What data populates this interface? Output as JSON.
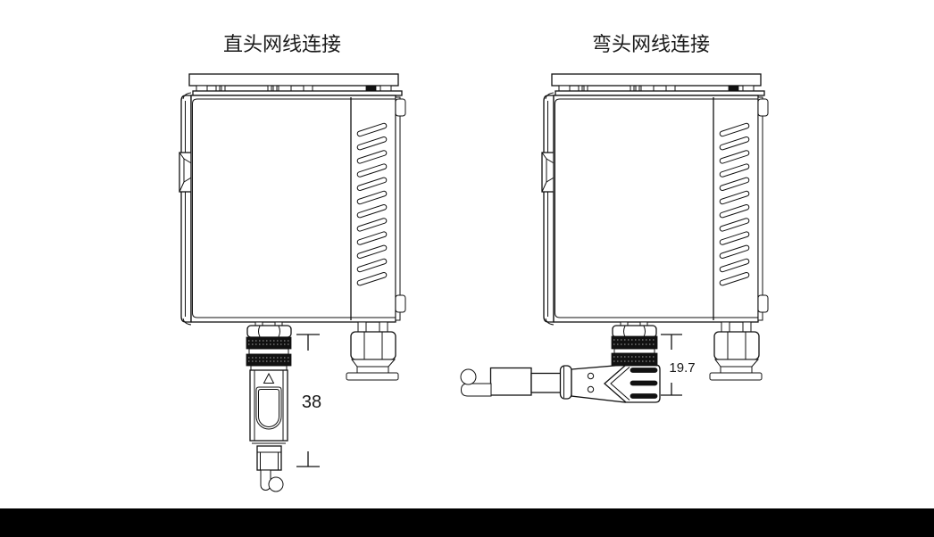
{
  "canvas": {
    "background": "#ffffff",
    "line_color": "#111111",
    "bottom_bar_color": "#000000",
    "knurl_band_color": "#111111"
  },
  "panels": {
    "left": {
      "title": "直头网线连接",
      "connector_type": "straight",
      "dimension": {
        "value": "38"
      }
    },
    "right": {
      "title": "弯头网线连接",
      "connector_type": "elbow",
      "dimension": {
        "value": "19.7"
      }
    }
  },
  "icons": {
    "triangle_marker": "orientation-triangle",
    "vent_slots": "diagonal-ventilation-grille"
  }
}
